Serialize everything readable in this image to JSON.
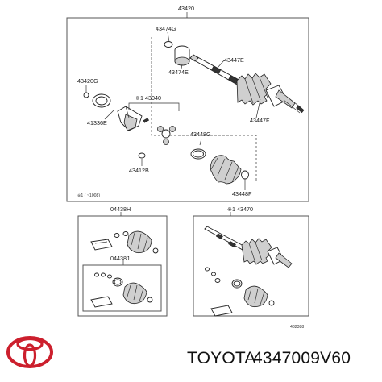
{
  "diagram": {
    "top_assembly": {
      "number": "43420",
      "labels": {
        "boot_clamp_inner_top": "43474G",
        "clamp_outer_top": "43447E",
        "boot_inner": "43474E",
        "snap_ring": "43420G",
        "inner_joint_kit": "※1 43040",
        "outer_housing": "41336E",
        "boot_clamp_mid": "43448G",
        "outer_shaft": "43447F",
        "small_ring": "43412B",
        "boot_clamp_lower": "43448F"
      },
      "footnote": "※1 (    ~1008)"
    },
    "bottom_left_kit": {
      "number_top": "04438H",
      "number_mid": "04438J"
    },
    "bottom_right_kit": {
      "number": "※1 43470"
    },
    "drawing_code": "432388"
  },
  "branding": {
    "brand_name": "TOYOTA",
    "part_number": "4347009V60",
    "logo": "toyota-logo",
    "logo_color": "#cc1f2d"
  }
}
